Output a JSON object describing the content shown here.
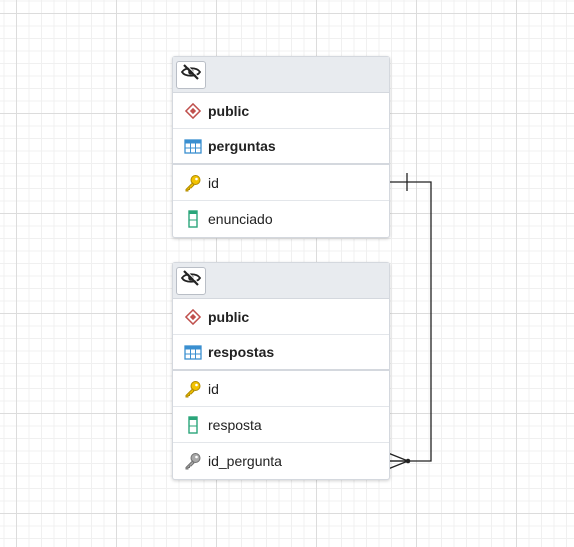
{
  "diagram": {
    "nodes": [
      {
        "id": "perguntas",
        "schema": "public",
        "table": "perguntas",
        "columns": [
          {
            "name": "id",
            "icon": "primary-key-icon"
          },
          {
            "name": "enunciado",
            "icon": "column-icon"
          }
        ]
      },
      {
        "id": "respostas",
        "schema": "public",
        "table": "respostas",
        "columns": [
          {
            "name": "id",
            "icon": "primary-key-icon"
          },
          {
            "name": "resposta",
            "icon": "column-icon"
          },
          {
            "name": "id_pergunta",
            "icon": "foreign-key-icon"
          }
        ]
      }
    ],
    "relationship": {
      "from": "respostas.id_pergunta",
      "to": "perguntas.id",
      "from_cardinality": "many",
      "to_cardinality": "one"
    }
  },
  "colors": {
    "schema_icon": "#c0504d",
    "table_icon": "#3a8fd0",
    "key_icon": "#e0b400",
    "column_icon": "#2aa57a",
    "fk_icon": "#8a8a8a",
    "edge": "#222222"
  }
}
